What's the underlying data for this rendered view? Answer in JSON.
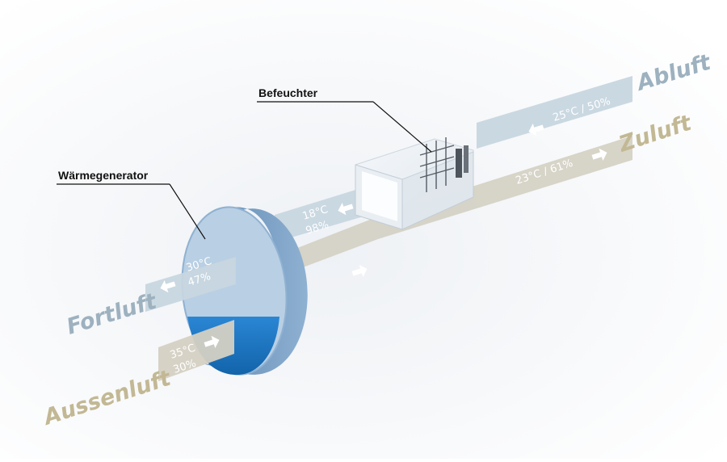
{
  "labels": {
    "befeuchter": "Befeuchter",
    "waermegenerator": "Wärmegenerator"
  },
  "streams": {
    "abluft": {
      "name": "Abluft",
      "reading": "25°C / 50%"
    },
    "zuluft": {
      "name": "Zuluft",
      "reading": "23°C / 61%"
    },
    "after_humidifier": {
      "temp": "18°C",
      "humidity": "98%"
    },
    "fortluft": {
      "name": "Fortluft",
      "temp": "30°C",
      "humidity": "47%"
    },
    "aussenluft": {
      "name": "Aussenluft",
      "temp": "35°C",
      "humidity": "30%"
    }
  },
  "icons": [
    "arrow-left-icon",
    "arrow-right-icon"
  ],
  "colors": {
    "exhaust_band": "#c7d6df",
    "exhaust_text": "#9db1bf",
    "supply_band": "#d4d0c3",
    "supply_text": "#c2b894",
    "wheel_face": "#b9cfe3",
    "wheel_water": "#1b76c4",
    "wheel_rim": "#7fa3c8"
  }
}
